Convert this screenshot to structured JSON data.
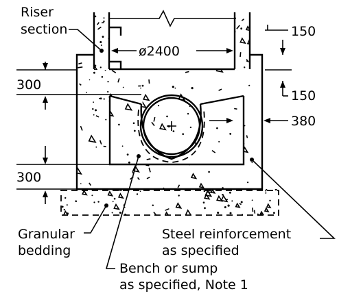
{
  "labels": {
    "riser_line1": "Riser",
    "riser_line2": "section",
    "diameter": "ø2400",
    "dim_top_right": "150",
    "dim_mid_right": "150",
    "dim_side_right": "380",
    "dim_left_top": "300",
    "dim_left_bottom": "300",
    "granular_line1": "Granular",
    "granular_line2": "bedding",
    "steel_line1": "Steel reinforcement",
    "steel_line2": "as specified",
    "bench_line1": "Bench or sump",
    "bench_line2": "as specified, Note 1"
  }
}
